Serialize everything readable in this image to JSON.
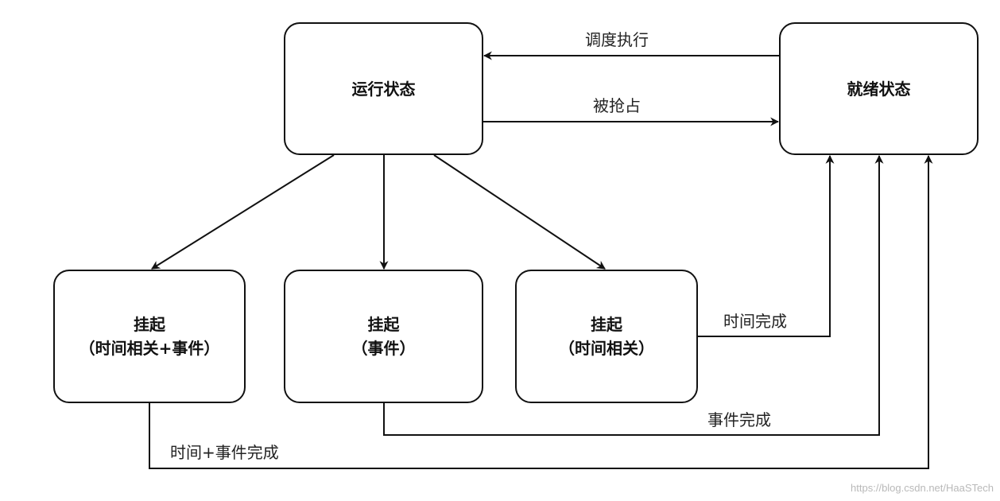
{
  "nodes": {
    "running": {
      "label": "运行状态"
    },
    "ready": {
      "label": "就绪状态"
    },
    "suspend_time_event": {
      "line1": "挂起",
      "line2": "（时间相关+事件）"
    },
    "suspend_event": {
      "line1": "挂起",
      "line2": "（事件）"
    },
    "suspend_time": {
      "line1": "挂起",
      "line2": "（时间相关）"
    }
  },
  "edges": {
    "ready_to_running": "调度执行",
    "running_to_ready": "被抢占",
    "time_done": "时间完成",
    "event_done": "事件完成",
    "time_event_done": "时间+事件完成"
  },
  "watermark": "https://blog.csdn.net/HaaSTech"
}
